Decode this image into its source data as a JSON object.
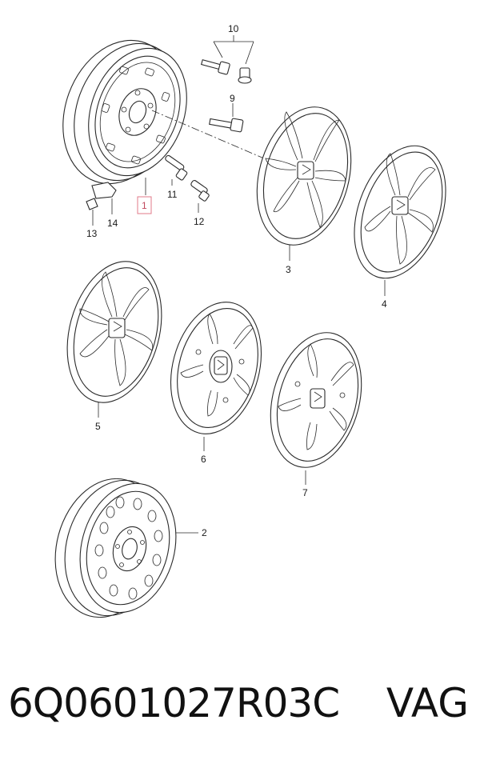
{
  "diagram": {
    "callouts": {
      "c1": "1",
      "c2": "2",
      "c3": "3",
      "c4": "4",
      "c5": "5",
      "c6": "6",
      "c7": "7",
      "c9": "9",
      "c10": "10",
      "c11": "11",
      "c12": "12",
      "c13": "13",
      "c14": "14"
    },
    "highlighted_callout": "1",
    "highlight_color": "#e07a8a"
  },
  "footer": {
    "part_number": "6Q0601027R03C",
    "brand": "VAG"
  }
}
